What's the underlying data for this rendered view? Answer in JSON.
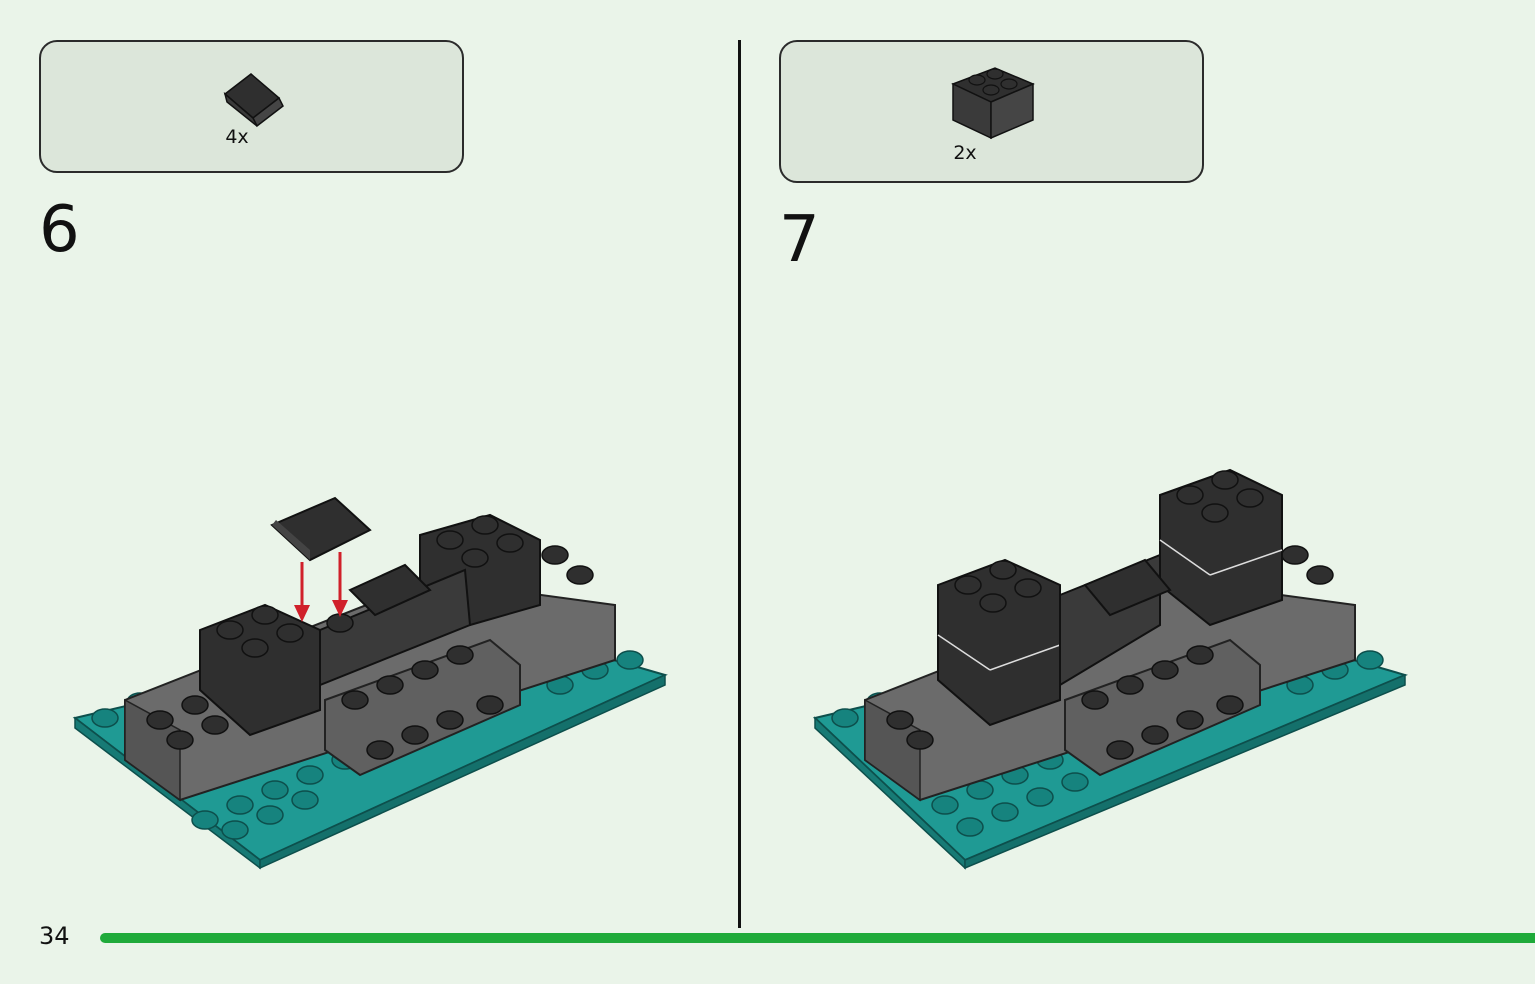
{
  "page": {
    "number": "34",
    "progress": 1.0,
    "accent_color": "#1faa3a",
    "background_color": "#eaf4e9"
  },
  "steps": [
    {
      "number": "6",
      "parts": [
        {
          "quantity": "4x",
          "part_icon": "dark-slope-brick-icon",
          "color": "#2f2f2f"
        }
      ],
      "model_icon": "lego-build-step-6-illustration"
    },
    {
      "number": "7",
      "parts": [
        {
          "quantity": "2x",
          "part_icon": "dark-2x2-brick-icon",
          "color": "#2f2f2f"
        }
      ],
      "model_icon": "lego-build-step-7-illustration"
    }
  ],
  "colors": {
    "plate_teal": "#1f9a94",
    "brick_dark": "#2f2f2f",
    "brick_gray": "#6b6b6b",
    "arrow_red": "#d0202a"
  }
}
